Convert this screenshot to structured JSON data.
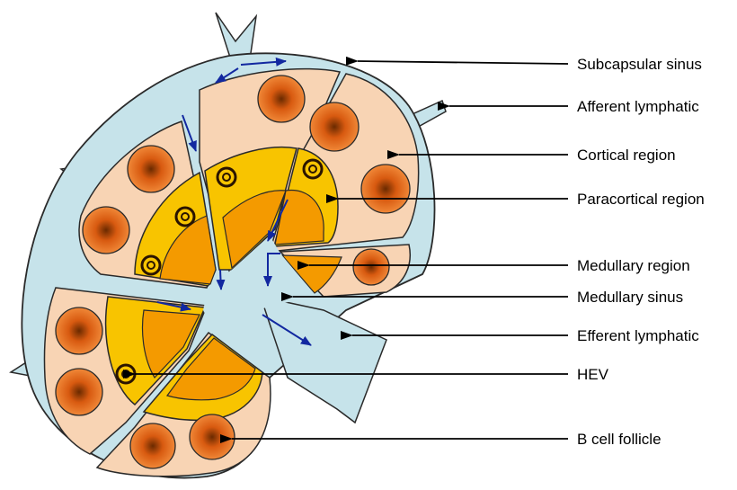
{
  "labels": {
    "subcapsular_sinus": "Subcapsular sinus",
    "afferent_lymphatic": "Afferent lymphatic",
    "cortical_region": "Cortical region",
    "paracortical_region": "Paracortical region",
    "medullary_region": "Medullary region",
    "medullary_sinus": "Medullary sinus",
    "efferent_lymphatic": "Efferent lymphatic",
    "hev": "HEV",
    "b_cell_follicle": "B cell follicle"
  },
  "colors": {
    "sinus": "#c6e3ea",
    "sinus_outline": "#2a2a2a",
    "cortex": "#f8d4b4",
    "paracortex": "#f8c400",
    "medulla": "#f49a00",
    "follicle_center": "#6a2a00",
    "follicle_mid": "#d85a10",
    "follicle_edge": "#f08838",
    "flow_arrow": "#1228a0",
    "pointer": "#000000"
  }
}
